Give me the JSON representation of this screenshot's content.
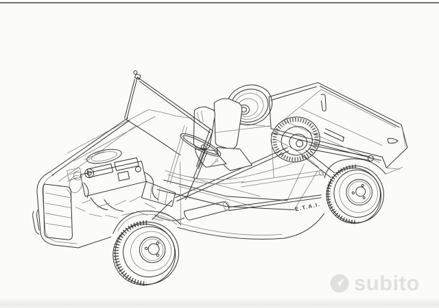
{
  "figure": {
    "kind": "technical cutaway line illustration (scanned print, photographed page)",
    "subject": "open-top utility car with transparent body showing engine, chassis and drivetrain",
    "annotation": "E.T.A.I.",
    "ink_color": "#2f2f2f",
    "light_line_color": "#7f7f7c",
    "paper_color": "#fbfbf9",
    "page_edge_line_color": "#6e6e6e",
    "parts": [
      "front-grille",
      "front-bumper",
      "bonnet",
      "engine",
      "gearbox",
      "front-wheel",
      "windscreen-frame",
      "steering-wheel",
      "front-seats",
      "spare-wheel",
      "cargo-bed",
      "tailgate",
      "rear-wheel",
      "rear-axle",
      "brake-drum",
      "exhaust",
      "chassis-frame"
    ]
  },
  "watermark": {
    "brand": "subito",
    "icon": "subito-circle-logo",
    "color": "#e0e0dd"
  }
}
